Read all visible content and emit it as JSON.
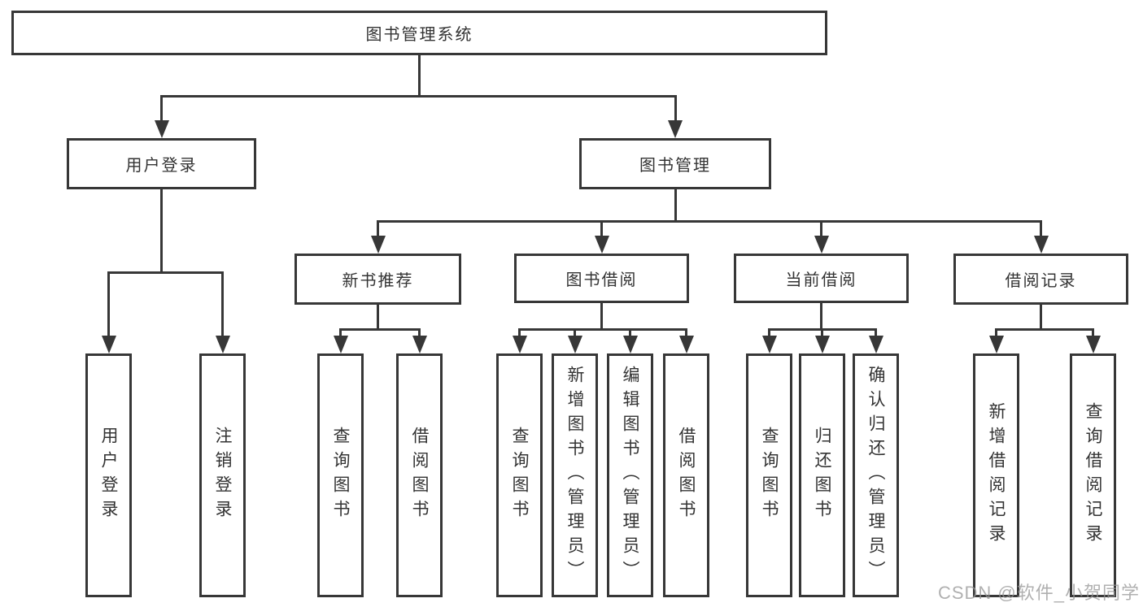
{
  "diagram": {
    "colors": {
      "line": "#373737",
      "text": "#333333",
      "background": "#ffffff",
      "watermark_text": "#969696"
    },
    "tree": {
      "label": "图书管理系统",
      "children": [
        {
          "label": "用户登录",
          "children": [
            {
              "label": "用户登录"
            },
            {
              "label": "注销登录"
            }
          ]
        },
        {
          "label": "图书管理",
          "children": [
            {
              "label": "新书推荐",
              "children": [
                {
                  "label": "查询图书"
                },
                {
                  "label": "借阅图书"
                }
              ]
            },
            {
              "label": "图书借阅",
              "children": [
                {
                  "label": "查询图书"
                },
                {
                  "label": "新增图书（管理员）"
                },
                {
                  "label": "编辑图书（管理员）"
                },
                {
                  "label": "借阅图书"
                }
              ]
            },
            {
              "label": "当前借阅",
              "children": [
                {
                  "label": "查询图书"
                },
                {
                  "label": "归还图书"
                },
                {
                  "label": "确认归还（管理员）"
                }
              ]
            },
            {
              "label": "借阅记录",
              "children": [
                {
                  "label": "新增借阅记录"
                },
                {
                  "label": "查询借阅记录"
                }
              ]
            }
          ]
        }
      ]
    },
    "watermark": "CSDN @软件_小贺同学"
  }
}
